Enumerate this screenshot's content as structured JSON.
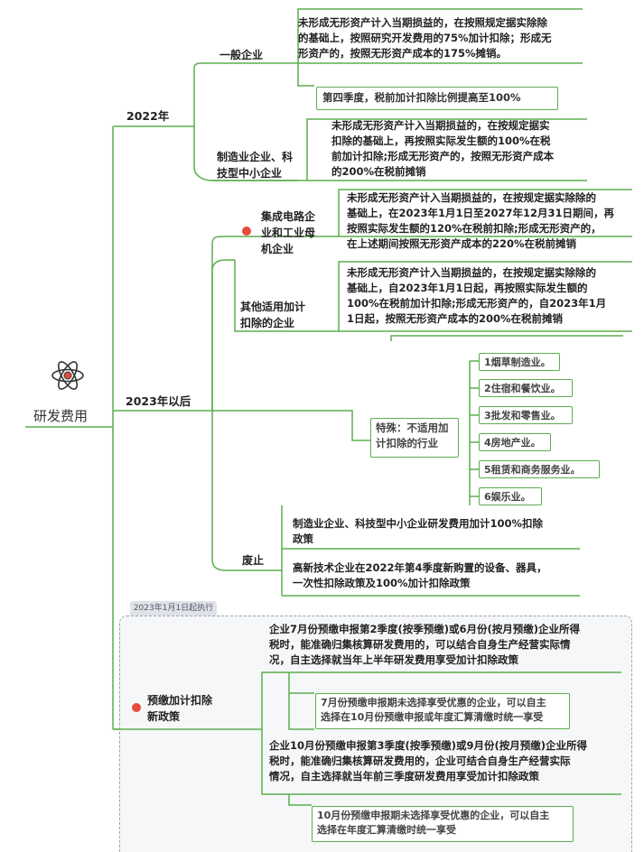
{
  "root": {
    "label": "研发费用",
    "icon": "atom-icon"
  },
  "y2022": {
    "label": "2022年",
    "general": {
      "label": "一般企业",
      "rule": [
        "未形成无形资产计入当期损益的，在按照规定据实除除",
        "的基础上，按照研究开发费用的75%加计扣除；形成无",
        "形资产的，按照无形资产成本的175%摊销。"
      ],
      "q4_note": "第四季度，税前加计扣除比例提高至100%"
    },
    "manufacturing": {
      "label": [
        "制造业企业、科",
        "技型中小企业"
      ],
      "rule": [
        "未形成无形资产计入当期损益的，在按规定据实",
        "扣除的基础上，再按照实际发生额的100%在税",
        "前加计扣除;形成无形资产的，按照无形资产成本",
        "的200%在税前摊销"
      ]
    }
  },
  "y2023": {
    "label": "2023年以后",
    "ic": {
      "label": [
        "集成电路企",
        "业和工业母",
        "机企业"
      ],
      "rule": [
        "未形成无形资产计入当期损益的，在按规定据实除除的",
        "基础上，在2023年1月1日至2027年12月31日期间，再",
        "按照实际发生额的120%在税前扣除;形成无形资产的，",
        "在上述期间按照无形资产成本的220%在税前摊销"
      ]
    },
    "other": {
      "label": [
        "其他适用加计",
        "扣除的企业"
      ],
      "rule": [
        "未形成无形资产计入当期损益的，在按规定据实除除的",
        "基础上，自2023年1月1日起，再按照实际发生额的",
        "100%在税前加计扣除;形成无形资产的，自2023年1月",
        "1日起，按照无形资产成本的200%在税前摊销"
      ],
      "special": {
        "label": [
          "特殊：不适用加",
          "计扣除的行业"
        ],
        "items": [
          "1烟草制造业。",
          "2住宿和餐饮业。",
          "3批发和零售业。",
          "4房地产业。",
          "5租赁和商务服务业。",
          "6娱乐业。"
        ]
      }
    },
    "abolished": {
      "label": "废止",
      "item1": [
        "制造业企业、科技型中小企业研发费用加计100%扣除",
        "政策"
      ],
      "item2": [
        "高新技术企业在2022年第4季度新购置的设备、器具，",
        "一次性扣除政策及100%加计扣除政策"
      ]
    }
  },
  "prepay": {
    "tag": "2023年1月1日起执行",
    "label": [
      "预缴加计扣除",
      "新政策"
    ],
    "july": [
      "企业7月份预缴申报第2季度(按季预缴)或6月份(按月预缴)企业所得",
      "税时，能准确归集核算研发费用的，可以结合自身生产经营实际情",
      "况，自主选择就当年上半年研发费用享受加计扣除政策"
    ],
    "july_note": [
      "7月份预缴申报期未选择享受优惠的企业，可以自主",
      "选择在10月份预缴申报或年度汇算清缴时统一享受"
    ],
    "oct": [
      "企业10月份预缴申报第3季度(按季预缴)或9月份(按月预缴)企业所得",
      "税时，能准确归集核算研发费用的，企业可结合自身生产经营实际",
      "情况，自主选择就当年前三季度研发费用享受加计扣除政策"
    ],
    "oct_note": [
      "10月份预缴申报期未选择享受优惠的企业，可以自主",
      "选择在年度汇算清缴时统一享受"
    ]
  },
  "colors": {
    "branch": "#5cae4f",
    "dot": "#e74c3c",
    "dashed": "#9aa3ab"
  }
}
